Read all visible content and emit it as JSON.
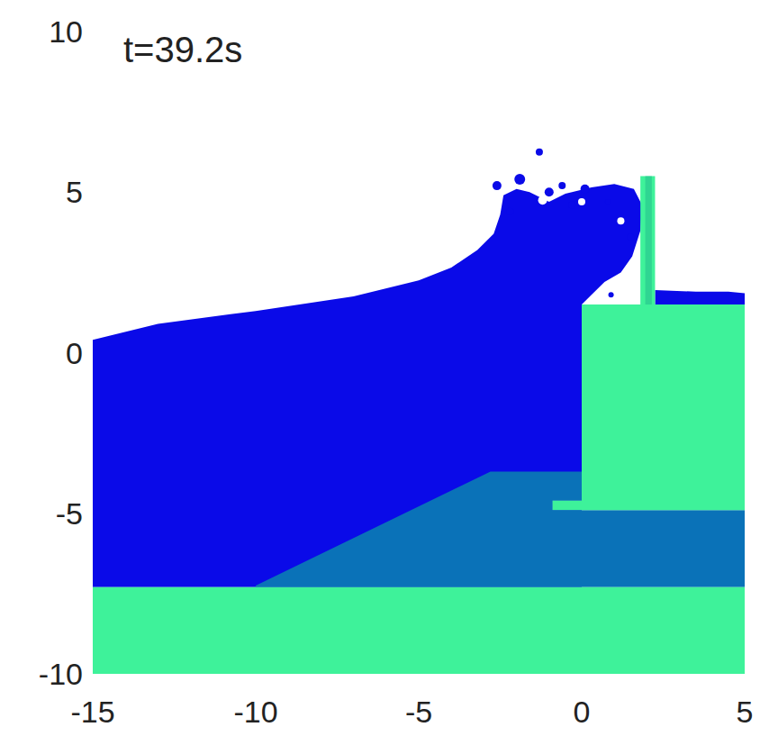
{
  "diagram": {
    "labels": [
      "t=39.2s",
      "10",
      "5",
      "0",
      "-5",
      "-10",
      "-15",
      "-10",
      "-5",
      "0",
      "5"
    ]
  }
}
